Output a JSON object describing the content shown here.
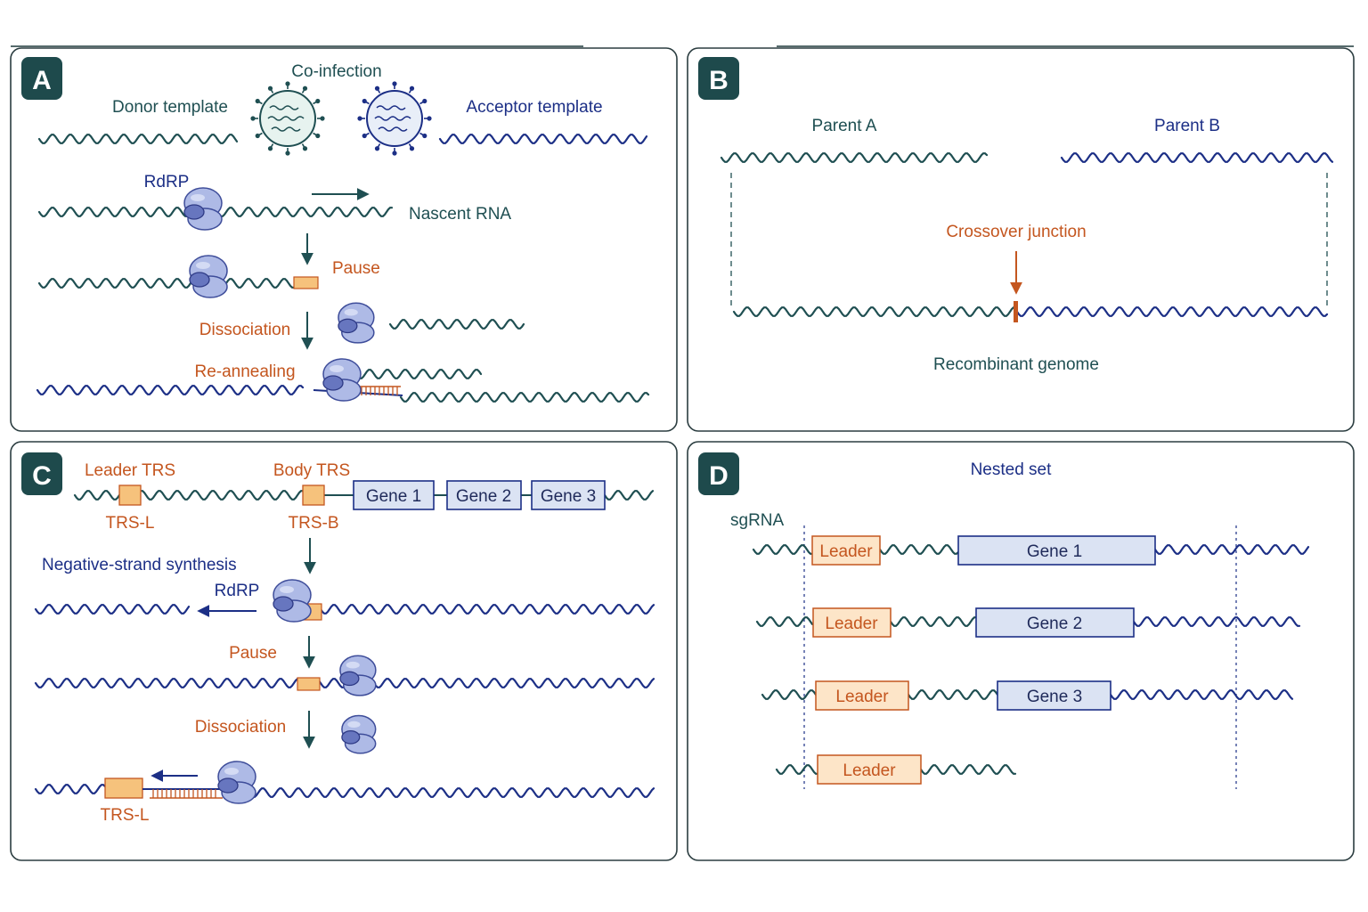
{
  "panels": {
    "a": {
      "badge": "A",
      "coinfection": "Co-infection",
      "donor": "Donor template",
      "acceptor": "Acceptor template",
      "rdrp": "RdRP",
      "nascent": "Nascent RNA",
      "pause": "Pause",
      "dissociation": "Dissociation",
      "reannealing": "Re-annealing"
    },
    "b": {
      "badge": "B",
      "parent_a": "Parent A",
      "parent_b": "Parent B",
      "crossover": "Crossover junction",
      "recombinant": "Recombinant genome"
    },
    "c": {
      "badge": "C",
      "leader_trs": "Leader TRS",
      "body_trs": "Body TRS",
      "trs_l": "TRS-L",
      "trs_b": "TRS-B",
      "genes": [
        "Gene 1",
        "Gene 2",
        "Gene 3"
      ],
      "negative": "Negative-strand synthesis",
      "rdrp": "RdRP",
      "pause": "Pause",
      "dissociation": "Dissociation",
      "trs_l_bottom": "TRS-L"
    },
    "d": {
      "badge": "D",
      "title": "Nested set",
      "sgrna": "sgRNA",
      "rows": [
        {
          "leader": "Leader",
          "gene": "Gene 1"
        },
        {
          "leader": "Leader",
          "gene": "Gene 2"
        },
        {
          "leader": "Leader",
          "gene": "Gene 3"
        },
        {
          "leader": "Leader"
        }
      ]
    }
  },
  "colors": {
    "dark_teal": "#1f4f52",
    "navy": "#1c2f86",
    "orange": "#c4561f",
    "trs_fill": "#f6c27c",
    "gene_fill": "#dbe3f3",
    "polymerase": "#a9b5e4"
  }
}
